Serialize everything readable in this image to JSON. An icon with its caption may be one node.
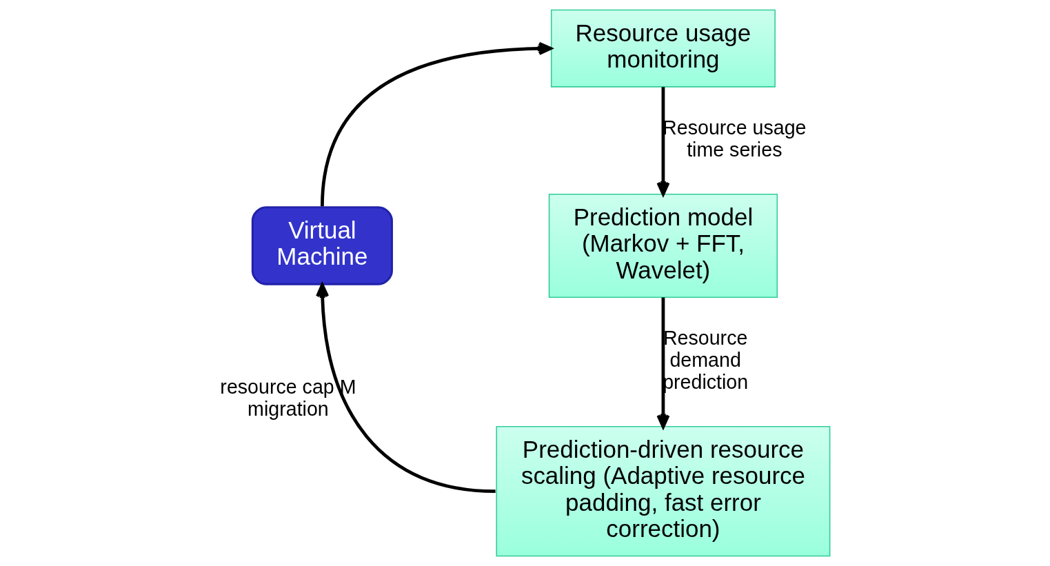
{
  "diagram": {
    "nodes": [
      {
        "text": [
          "Virtual Machine"
        ]
      },
      {
        "text": [
          "Resource usage monitoring"
        ]
      },
      {
        "text": [
          "Prediction model (Markov + FFT, Wavelet)"
        ]
      },
      {
        "text": [
          "Prediction-driven resource scaling (Adaptive resource padding, fast error correction)"
        ]
      }
    ],
    "edges": [
      {
        "from": 0,
        "to": 1,
        "arrow": "to"
      },
      {
        "from": 1,
        "to": 2,
        "arrow": "to",
        "label": "Resource usage time series"
      },
      {
        "from": 2,
        "to": 3,
        "arrow": "to",
        "label": "Resource demand prediction"
      },
      {
        "from": 3,
        "to": 0,
        "arrow": "to",
        "label": "resource cap M migration"
      }
    ]
  }
}
